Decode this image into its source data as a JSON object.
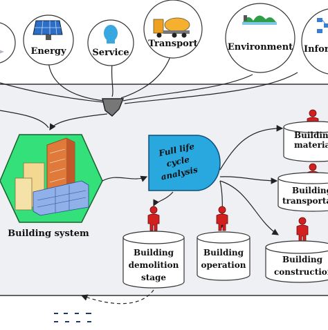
{
  "top_circles": [
    {
      "label": "",
      "icon": "arrow-icon"
    },
    {
      "label": "Energy",
      "icon": "solar-panel-icon"
    },
    {
      "label": "Service",
      "icon": "person-head-icon"
    },
    {
      "label": "Transport",
      "icon": "cement-truck-icon"
    },
    {
      "label": "Environment",
      "icon": "landscape-icon"
    },
    {
      "label": "Infor",
      "icon": "network-icon"
    }
  ],
  "building_system": {
    "label": "Building system",
    "icon": "city-buildings-icon"
  },
  "analysis": {
    "lines": [
      "Full life",
      "cycle",
      "analysis"
    ]
  },
  "stages": {
    "demolition": {
      "lines": [
        "Building",
        "demolition",
        "stage"
      ]
    },
    "operation": {
      "lines": [
        "Building",
        "operation"
      ]
    },
    "construction": {
      "lines": [
        "Building",
        "construction"
      ]
    },
    "materials": {
      "lines": [
        "Building",
        "material"
      ]
    },
    "transport": {
      "lines": [
        "Building",
        "transporta"
      ]
    }
  },
  "colors": {
    "panel": "#eef0f3",
    "hexagon": "#34e07a",
    "analysis": "#29a8e0",
    "person": "#d21f1f"
  }
}
